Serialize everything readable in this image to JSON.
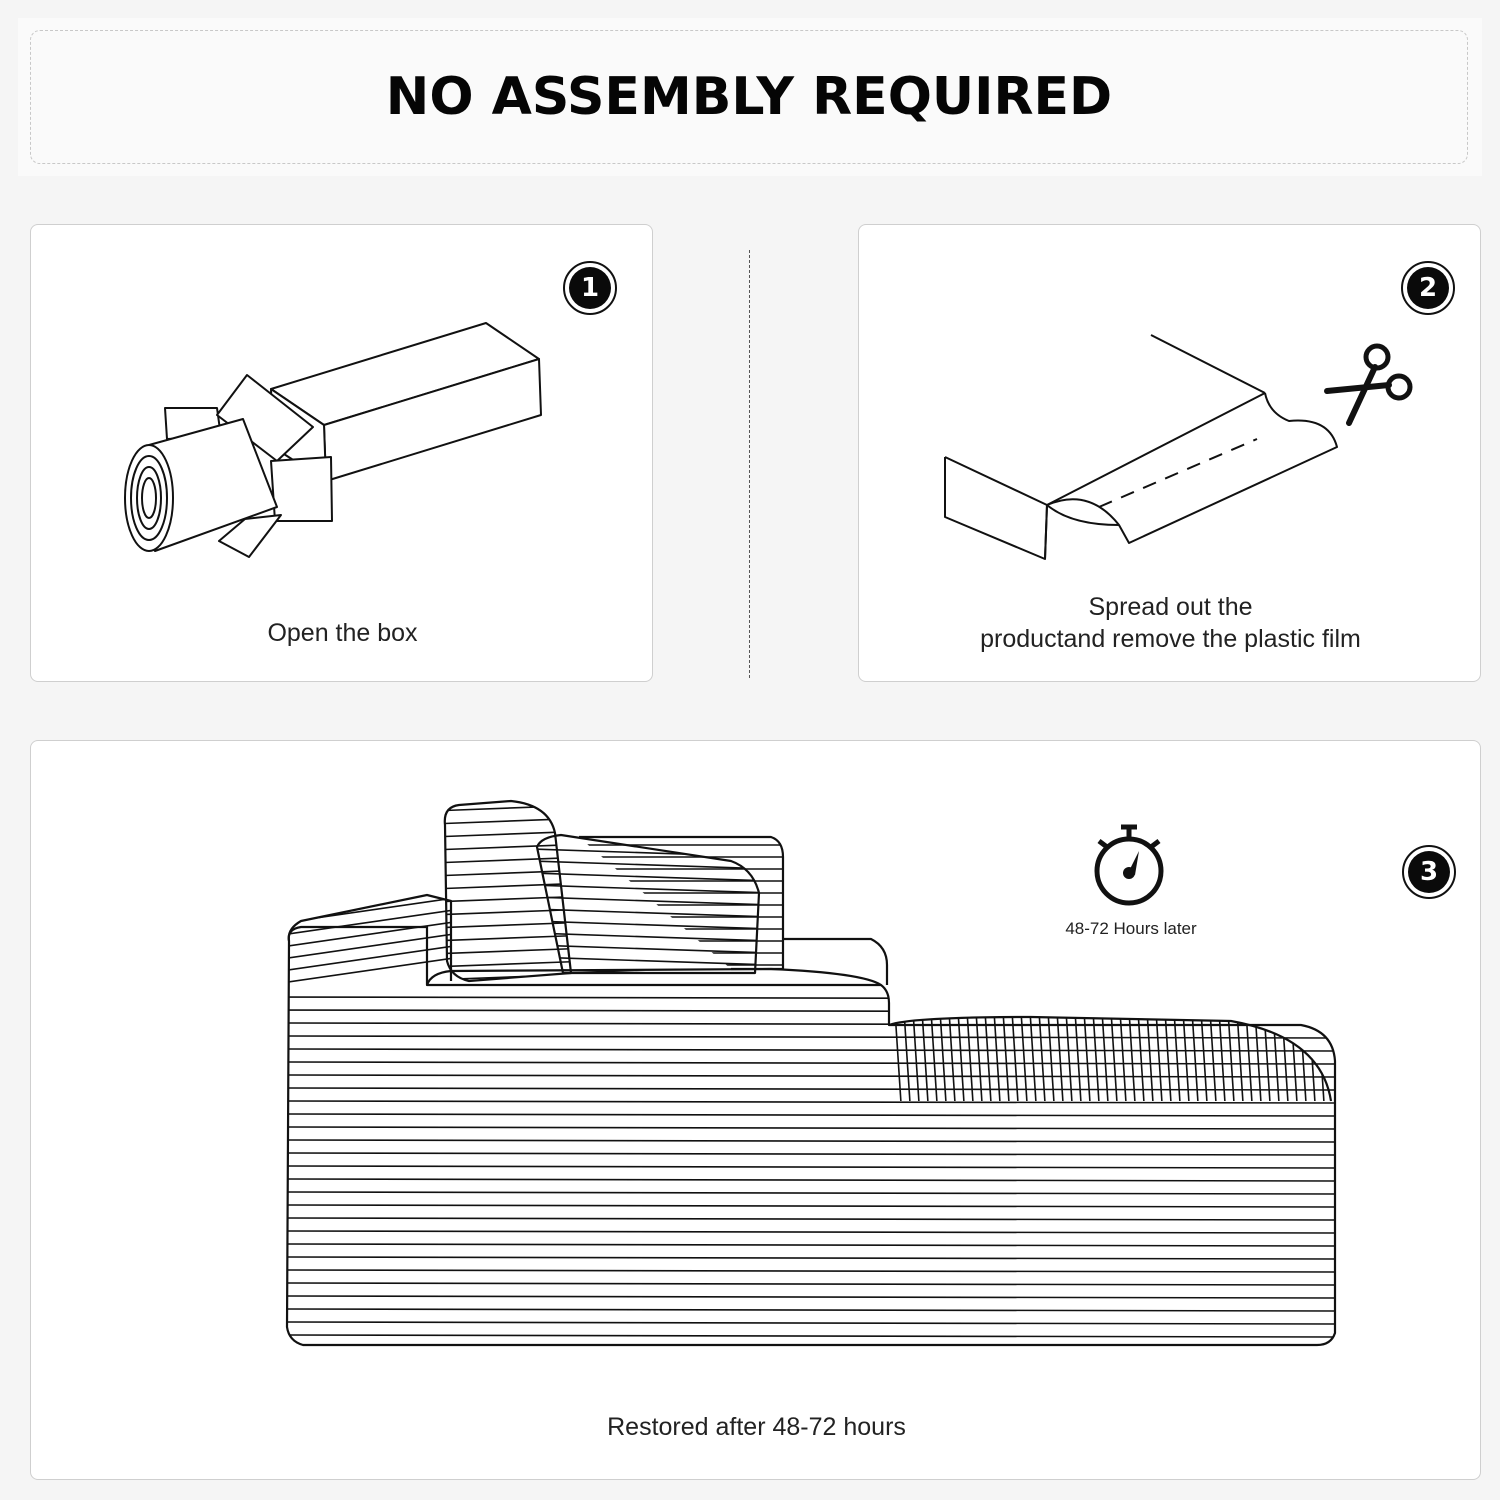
{
  "header": {
    "title": "NO ASSEMBLY REQUIRED"
  },
  "steps": [
    {
      "number": "1",
      "caption": "Open the box",
      "icon": "rolled-package-icon"
    },
    {
      "number": "2",
      "caption_line1": "Spread out the",
      "caption_line2": "productand remove the plastic film",
      "icon": "scissors-icon"
    },
    {
      "number": "3",
      "caption": "Restored after 48-72 hours",
      "timer_label": "48-72 Hours later",
      "icon": "stopwatch-icon"
    }
  ],
  "colors": {
    "background": "#f5f5f5",
    "card": "#ffffff",
    "ink": "#111111",
    "border": "#cfcfcf"
  }
}
